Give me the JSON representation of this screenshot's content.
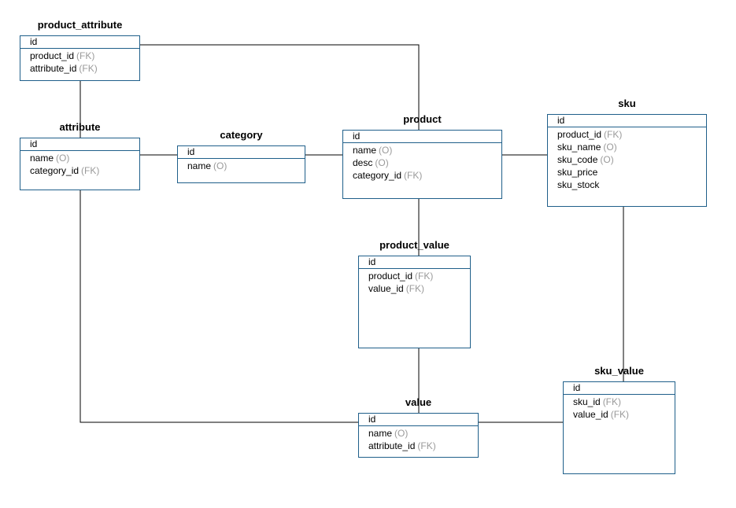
{
  "diagram": {
    "entities": [
      {
        "key": "product_attribute",
        "title": "product_attribute",
        "pk": "id",
        "attributes": [
          {
            "name": "product_id",
            "tag": "(FK)"
          },
          {
            "name": "attribute_id",
            "tag": "(FK)"
          }
        ]
      },
      {
        "key": "attribute",
        "title": "attribute",
        "pk": "id",
        "attributes": [
          {
            "name": "name",
            "tag": "(O)"
          },
          {
            "name": "category_id",
            "tag": "(FK)"
          }
        ]
      },
      {
        "key": "category",
        "title": "category",
        "pk": "id",
        "attributes": [
          {
            "name": "name",
            "tag": "(O)"
          }
        ]
      },
      {
        "key": "product",
        "title": "product",
        "pk": "id",
        "attributes": [
          {
            "name": "name",
            "tag": "(O)"
          },
          {
            "name": "desc",
            "tag": "(O)"
          },
          {
            "name": "category_id",
            "tag": "(FK)"
          }
        ]
      },
      {
        "key": "sku",
        "title": "sku",
        "pk": "id",
        "attributes": [
          {
            "name": "product_id",
            "tag": "(FK)"
          },
          {
            "name": "sku_name",
            "tag": "(O)"
          },
          {
            "name": "sku_code",
            "tag": "(O)"
          },
          {
            "name": "sku_price",
            "tag": ""
          },
          {
            "name": "sku_stock",
            "tag": ""
          }
        ]
      },
      {
        "key": "product_value",
        "title": "product_value",
        "pk": "id",
        "attributes": [
          {
            "name": "product_id",
            "tag": "(FK)"
          },
          {
            "name": "value_id",
            "tag": "(FK)"
          }
        ]
      },
      {
        "key": "value",
        "title": "value",
        "pk": "id",
        "attributes": [
          {
            "name": "name",
            "tag": "(O)"
          },
          {
            "name": "attribute_id",
            "tag": "(FK)"
          }
        ]
      },
      {
        "key": "sku_value",
        "title": "sku_value",
        "pk": "id",
        "attributes": [
          {
            "name": "sku_id",
            "tag": "(FK)"
          },
          {
            "name": "value_id",
            "tag": "(FK)"
          }
        ]
      }
    ],
    "relationships": [
      {
        "from": "product_attribute",
        "to": "product"
      },
      {
        "from": "product_attribute",
        "to": "attribute"
      },
      {
        "from": "attribute",
        "to": "category"
      },
      {
        "from": "category",
        "to": "product"
      },
      {
        "from": "product",
        "to": "sku"
      },
      {
        "from": "product",
        "to": "product_value"
      },
      {
        "from": "product_value",
        "to": "value"
      },
      {
        "from": "attribute",
        "to": "value"
      },
      {
        "from": "value",
        "to": "sku_value"
      },
      {
        "from": "sku",
        "to": "sku_value"
      }
    ],
    "colors": {
      "border": "#1f5f8a",
      "line": "#000000",
      "tag": "#9a9a9a"
    }
  }
}
